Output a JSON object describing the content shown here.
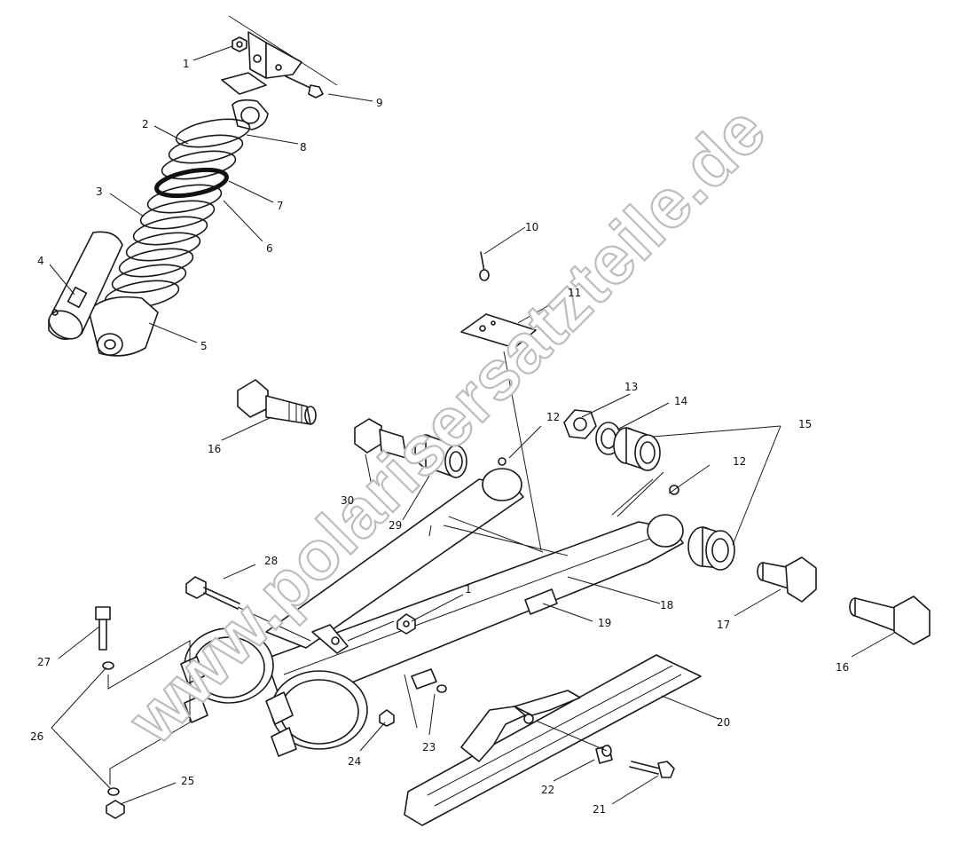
{
  "watermark": "www.polarisersatzteile.de",
  "callouts": [
    {
      "id": "c1a",
      "text": "1"
    },
    {
      "id": "c2",
      "text": "2"
    },
    {
      "id": "c3",
      "text": "3"
    },
    {
      "id": "c4",
      "text": "4"
    },
    {
      "id": "c5",
      "text": "5"
    },
    {
      "id": "c6",
      "text": "6"
    },
    {
      "id": "c7",
      "text": "7"
    },
    {
      "id": "c8",
      "text": "8"
    },
    {
      "id": "c9",
      "text": "9"
    },
    {
      "id": "c10",
      "text": "10"
    },
    {
      "id": "c11",
      "text": "11"
    },
    {
      "id": "c12a",
      "text": "12"
    },
    {
      "id": "c12b",
      "text": "12"
    },
    {
      "id": "c13",
      "text": "13"
    },
    {
      "id": "c14",
      "text": "14"
    },
    {
      "id": "c15",
      "text": "15"
    },
    {
      "id": "c16a",
      "text": "16"
    },
    {
      "id": "c16b",
      "text": "16"
    },
    {
      "id": "c17",
      "text": "17"
    },
    {
      "id": "c18",
      "text": "18"
    },
    {
      "id": "c19",
      "text": "19"
    },
    {
      "id": "c1b",
      "text": "1"
    },
    {
      "id": "c20",
      "text": "20"
    },
    {
      "id": "c21",
      "text": "21"
    },
    {
      "id": "c22",
      "text": "22"
    },
    {
      "id": "c23",
      "text": "23"
    },
    {
      "id": "c24",
      "text": "24"
    },
    {
      "id": "c25",
      "text": "25"
    },
    {
      "id": "c26",
      "text": "26"
    },
    {
      "id": "c27",
      "text": "27"
    },
    {
      "id": "c28",
      "text": "28"
    },
    {
      "id": "c29",
      "text": "29"
    },
    {
      "id": "c30",
      "text": "30"
    }
  ]
}
